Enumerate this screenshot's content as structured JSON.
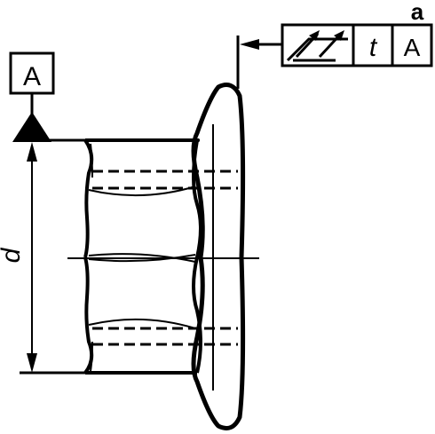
{
  "drawing": {
    "datum_label": "A",
    "dimension_label": "d",
    "note_letter": "a",
    "feature_control_frame": {
      "symbol": "total-runout-symbol",
      "tolerance": "t",
      "datum": "A"
    },
    "colors": {
      "stroke": "#000000",
      "background": "#ffffff"
    }
  }
}
